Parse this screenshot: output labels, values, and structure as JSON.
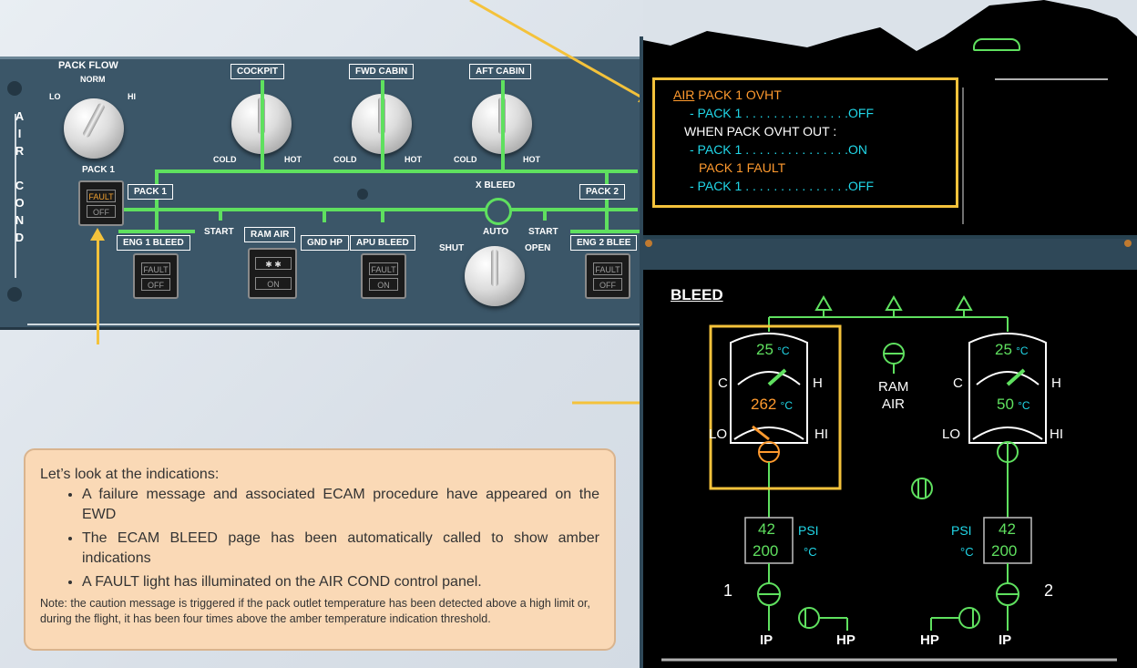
{
  "panel": {
    "title_side": "AIR COND",
    "pack_flow": {
      "title": "PACK FLOW",
      "norm": "NORM",
      "lo": "LO",
      "hi": "HI"
    },
    "zones": [
      {
        "label": "COCKPIT",
        "cold": "COLD",
        "hot": "HOT"
      },
      {
        "label": "FWD CABIN",
        "cold": "COLD",
        "hot": "HOT"
      },
      {
        "label": "AFT CABIN",
        "cold": "COLD",
        "hot": "HOT"
      }
    ],
    "pack1": {
      "label": "PACK 1",
      "box_label": "PACK 1",
      "fault": "FAULT",
      "off": "OFF"
    },
    "pack2": {
      "box_label": "PACK 2"
    },
    "xbleed": {
      "label": "X BLEED",
      "auto": "AUTO",
      "shut": "SHUT",
      "open": "OPEN"
    },
    "start_left": "START",
    "start_right": "START",
    "ram_air": {
      "label": "RAM AIR",
      "on": "ON"
    },
    "gnd_hp": "GND HP",
    "apu_bleed": {
      "label": "APU BLEED",
      "fault": "FAULT",
      "on": "ON"
    },
    "eng1_bleed": {
      "label": "ENG 1 BLEED",
      "fault": "FAULT",
      "off": "OFF"
    },
    "eng2_bleed": {
      "label": "ENG 2 BLEE",
      "fault": "FAULT",
      "off": "OFF"
    }
  },
  "ewd": {
    "line1_sys": "AIR",
    "line1_msg": " PACK 1 OVHT",
    "line2": "- PACK 1 . . . . . . . . . . . . . . .OFF",
    "line3": "WHEN PACK OVHT OUT :",
    "line4": "- PACK 1 . . . . . . . . . . . . . . .ON",
    "line5": "PACK 1 FAULT",
    "line6": "- PACK 1 . . . . . . . . . . . . . . .OFF"
  },
  "bleed_page": {
    "title": "BLEED",
    "left": {
      "outlet_temp": "25",
      "unit": "°C",
      "c": "C",
      "h": "H",
      "comp_temp": "262",
      "lo": "LO",
      "hi": "HI",
      "psi": "42",
      "psi_unit": "PSI",
      "temp": "200",
      "temp_unit": "°C",
      "engine": "1",
      "ip": "IP",
      "hp": "HP"
    },
    "right": {
      "outlet_temp": "25",
      "unit": "°C",
      "c": "C",
      "h": "H",
      "comp_temp": "50",
      "lo": "LO",
      "hi": "HI",
      "psi": "42",
      "psi_unit": "PSI",
      "temp": "200",
      "temp_unit": "°C",
      "engine": "2",
      "ip": "IP",
      "hp": "HP"
    },
    "ram_air_1": "RAM",
    "ram_air_2": "AIR"
  },
  "note": {
    "lead": "Let’s look at the indications:",
    "bullets": [
      "A failure message and associated ECAM procedure have appeared on the EWD",
      "The ECAM BLEED page has been automatically called to show amber indications",
      "A FAULT light has illuminated on the AIR COND control panel."
    ],
    "small": "Note: the caution message is triggered if the pack outlet temperature has been detected above a high limit or, during the flight, it has been four times above the amber temperature indication threshold."
  },
  "colors": {
    "panel": "#3b5668",
    "green": "#5fe05f",
    "amber": "#ff9a2e",
    "cyan": "#21d7e8",
    "highlight": "#f4c23b"
  }
}
